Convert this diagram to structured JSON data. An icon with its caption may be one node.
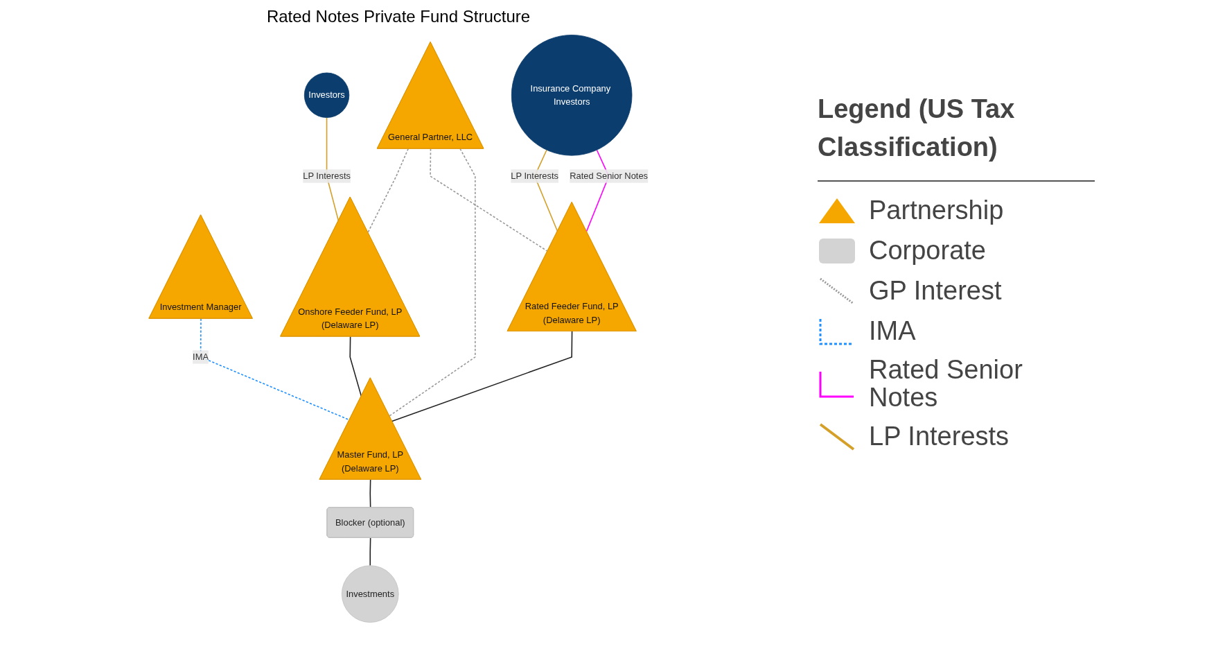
{
  "diagram": {
    "title": "Rated Notes Private Fund Structure",
    "nodes": [
      {
        "text": [
          "Investors"
        ]
      },
      {
        "text": [
          "Insurance Company Investors"
        ]
      },
      {
        "text": [
          "Investment Manager"
        ]
      },
      {
        "text": [
          "General Partner, LLC"
        ]
      },
      {
        "text": [
          "Onshore Feeder Fund, LP",
          "(Delaware LP)"
        ]
      },
      {
        "text": [
          "Rated Feeder Fund, LP",
          "(Delaware LP)"
        ]
      },
      {
        "text": [
          "Master Fund, LP",
          "(Delaware LP)"
        ]
      },
      {
        "text": [
          "Blocker (optional)"
        ]
      },
      {
        "text": [
          "Investments"
        ]
      }
    ],
    "edges": [
      {
        "from": 0,
        "to": 4,
        "arrow": "none",
        "label": "LP Interests",
        "color": "#d4a02a"
      },
      {
        "from": 1,
        "to": 5,
        "arrow": "none",
        "label": "LP Interests",
        "color": "#d4a02a"
      },
      {
        "from": 1,
        "to": 5,
        "arrow": "none",
        "label": "Rated Senior Notes",
        "color": "#ff00ff"
      },
      {
        "from": 3,
        "to": 4,
        "arrow": "none",
        "style": "dashed",
        "color": "#999999"
      },
      {
        "from": 3,
        "to": 5,
        "arrow": "none",
        "style": "dashed",
        "color": "#999999"
      },
      {
        "from": 3,
        "to": 6,
        "arrow": "none",
        "style": "dashed",
        "color": "#999999"
      },
      {
        "from": 4,
        "to": 6,
        "arrow": "none"
      },
      {
        "from": 5,
        "to": 6,
        "arrow": "none"
      },
      {
        "from": 2,
        "to": 6,
        "arrow": "none",
        "label": "IMA",
        "style": "dashed",
        "color": "#1e90ff"
      },
      {
        "from": 6,
        "to": 7,
        "arrow": "none"
      },
      {
        "from": 7,
        "to": 8,
        "arrow": "none"
      }
    ],
    "labels": [
      "Legend (US Tax Classification)"
    ],
    "legend": [
      {
        "text": "Partnership",
        "color": "#f5a700"
      },
      {
        "text": "Corporate",
        "color": "#d3d3d3"
      },
      {
        "text": "GP Interest"
      },
      {
        "text": "IMA"
      },
      {
        "text": "Rated Senior Notes"
      },
      {
        "text": "LP Interests"
      }
    ]
  }
}
